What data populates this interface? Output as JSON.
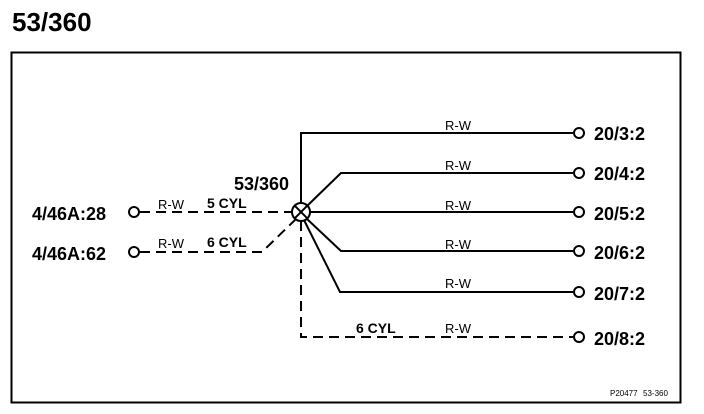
{
  "page": {
    "title": "53/360"
  },
  "diagram": {
    "node_label": "53/360",
    "inputs": [
      {
        "label": "4/46A:28",
        "wire": "R-W",
        "note": "5 CYL"
      },
      {
        "label": "4/46A:62",
        "wire": "R-W",
        "note": "6 CYL"
      }
    ],
    "outputs": [
      {
        "label": "20/3:2",
        "wire": "R-W",
        "note": ""
      },
      {
        "label": "20/4:2",
        "wire": "R-W",
        "note": ""
      },
      {
        "label": "20/5:2",
        "wire": "R-W",
        "note": ""
      },
      {
        "label": "20/6:2",
        "wire": "R-W",
        "note": ""
      },
      {
        "label": "20/7:2",
        "wire": "R-W",
        "note": ""
      },
      {
        "label": "20/8:2",
        "wire": "R-W",
        "note": "6 CYL"
      }
    ],
    "ref_code": "P20477",
    "ref_id": "53-360"
  }
}
